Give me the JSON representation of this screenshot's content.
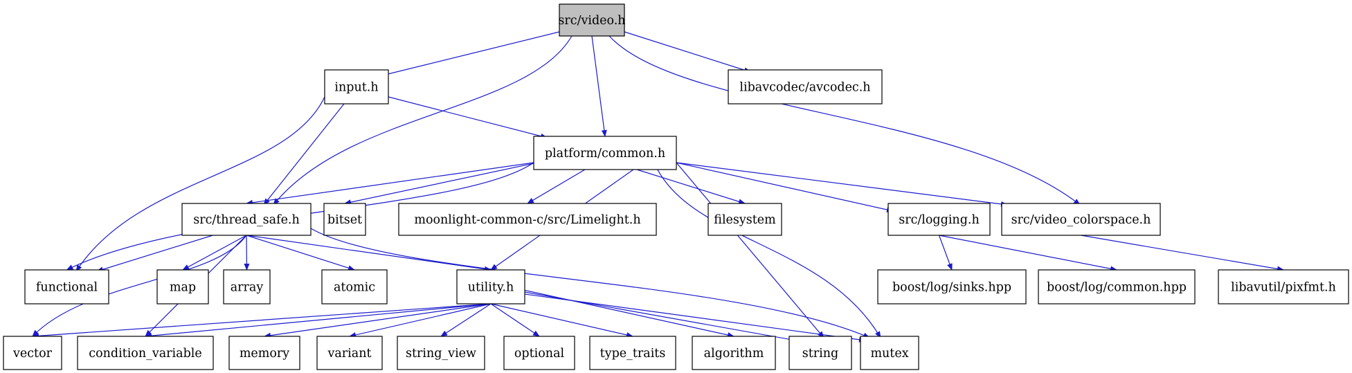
{
  "graph": {
    "type": "include-dependency-graph",
    "root": "src/video.h",
    "colors": {
      "edge": "#1a1acd",
      "root_fill": "#bfbfbf",
      "node_fill": "#ffffff",
      "node_border": "#000000"
    },
    "nodes": [
      {
        "id": "video",
        "label": "src/video.h",
        "root": true
      },
      {
        "id": "input",
        "label": "input.h"
      },
      {
        "id": "avcodec",
        "label": "libavcodec/avcodec.h"
      },
      {
        "id": "common",
        "label": "platform/common.h"
      },
      {
        "id": "thread_safe",
        "label": "src/thread_safe.h"
      },
      {
        "id": "bitset",
        "label": "bitset"
      },
      {
        "id": "limelight",
        "label": "moonlight-common-c/src/Limelight.h"
      },
      {
        "id": "filesystem",
        "label": "filesystem"
      },
      {
        "id": "logging",
        "label": "src/logging.h"
      },
      {
        "id": "colorspace",
        "label": "src/video_colorspace.h"
      },
      {
        "id": "functional",
        "label": "functional"
      },
      {
        "id": "map",
        "label": "map"
      },
      {
        "id": "array",
        "label": "array"
      },
      {
        "id": "atomic",
        "label": "atomic"
      },
      {
        "id": "utility",
        "label": "utility.h"
      },
      {
        "id": "sinks",
        "label": "boost/log/sinks.hpp"
      },
      {
        "id": "logcommon",
        "label": "boost/log/common.hpp"
      },
      {
        "id": "pixfmt",
        "label": "libavutil/pixfmt.h"
      },
      {
        "id": "vector",
        "label": "vector"
      },
      {
        "id": "condvar",
        "label": "condition_variable"
      },
      {
        "id": "memory",
        "label": "memory"
      },
      {
        "id": "variant",
        "label": "variant"
      },
      {
        "id": "string_view",
        "label": "string_view"
      },
      {
        "id": "optional",
        "label": "optional"
      },
      {
        "id": "type_traits",
        "label": "type_traits"
      },
      {
        "id": "algorithm",
        "label": "algorithm"
      },
      {
        "id": "string",
        "label": "string"
      },
      {
        "id": "mutex",
        "label": "mutex"
      }
    ],
    "edges": [
      {
        "from": "video",
        "to": "input"
      },
      {
        "from": "video",
        "to": "thread_safe"
      },
      {
        "from": "video",
        "to": "common"
      },
      {
        "from": "video",
        "to": "colorspace"
      },
      {
        "from": "video",
        "to": "avcodec"
      },
      {
        "from": "input",
        "to": "functional"
      },
      {
        "from": "input",
        "to": "thread_safe"
      },
      {
        "from": "input",
        "to": "common"
      },
      {
        "from": "common",
        "to": "functional"
      },
      {
        "from": "common",
        "to": "thread_safe"
      },
      {
        "from": "common",
        "to": "bitset"
      },
      {
        "from": "common",
        "to": "limelight"
      },
      {
        "from": "common",
        "to": "utility"
      },
      {
        "from": "common",
        "to": "filesystem"
      },
      {
        "from": "common",
        "to": "string"
      },
      {
        "from": "common",
        "to": "mutex"
      },
      {
        "from": "common",
        "to": "logging"
      },
      {
        "from": "common",
        "to": "colorspace"
      },
      {
        "from": "thread_safe",
        "to": "functional"
      },
      {
        "from": "thread_safe",
        "to": "map"
      },
      {
        "from": "thread_safe",
        "to": "array"
      },
      {
        "from": "thread_safe",
        "to": "atomic"
      },
      {
        "from": "thread_safe",
        "to": "utility"
      },
      {
        "from": "thread_safe",
        "to": "vector"
      },
      {
        "from": "thread_safe",
        "to": "condvar"
      },
      {
        "from": "thread_safe",
        "to": "mutex"
      },
      {
        "from": "utility",
        "to": "vector"
      },
      {
        "from": "utility",
        "to": "condvar"
      },
      {
        "from": "utility",
        "to": "memory"
      },
      {
        "from": "utility",
        "to": "variant"
      },
      {
        "from": "utility",
        "to": "string_view"
      },
      {
        "from": "utility",
        "to": "optional"
      },
      {
        "from": "utility",
        "to": "type_traits"
      },
      {
        "from": "utility",
        "to": "algorithm"
      },
      {
        "from": "utility",
        "to": "string"
      },
      {
        "from": "utility",
        "to": "mutex"
      },
      {
        "from": "logging",
        "to": "sinks"
      },
      {
        "from": "logging",
        "to": "logcommon"
      },
      {
        "from": "colorspace",
        "to": "pixfmt"
      }
    ]
  }
}
